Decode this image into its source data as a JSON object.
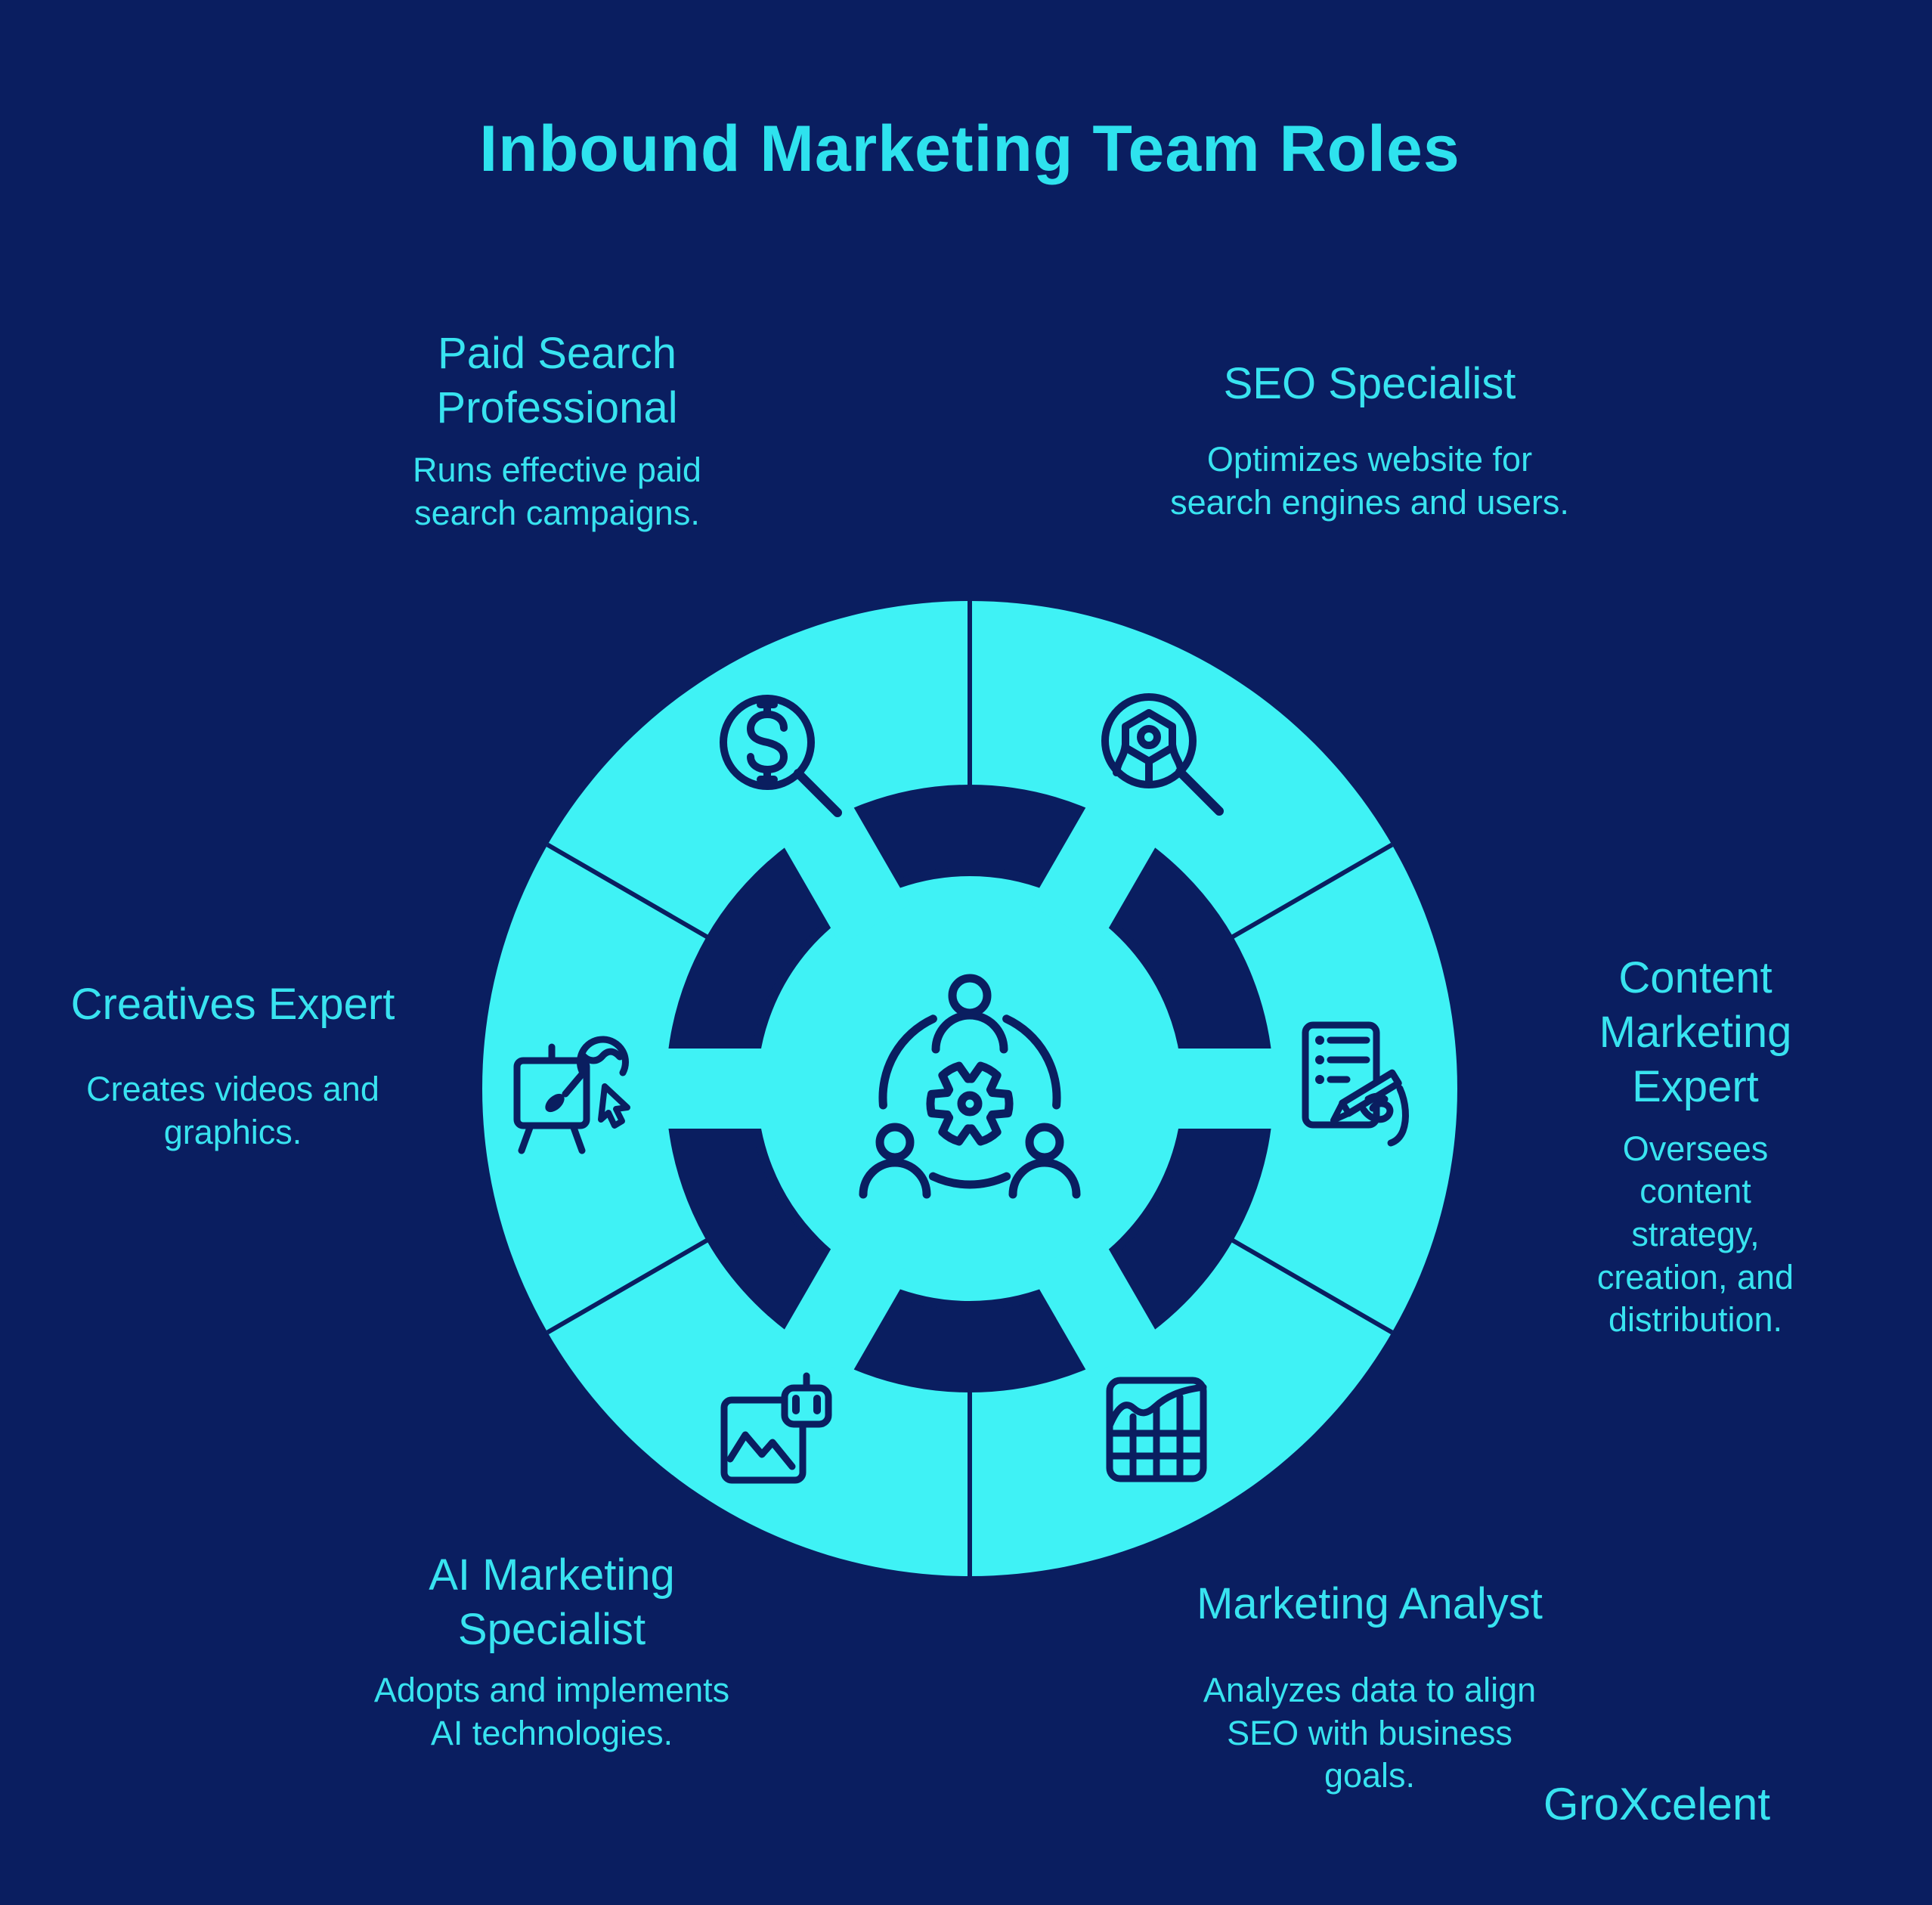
{
  "title": "Inbound Marketing Team Roles",
  "brand": "GroXcelent",
  "colors": {
    "background": "#0A1E60",
    "wheel_cyan": "#3FF2F5",
    "text_cyan": "#38E3F0",
    "icon_navy": "#0A1E60"
  },
  "center_icon": "team-collaboration-gear",
  "roles": [
    {
      "id": "paid-search",
      "icon": "dollar-magnifier",
      "title": "Paid Search\nProfessional",
      "description": "Runs effective paid\nsearch campaigns."
    },
    {
      "id": "seo",
      "icon": "robot-magnifier",
      "title": "SEO Specialist",
      "description": "Optimizes website for\nsearch engines and users."
    },
    {
      "id": "content",
      "icon": "document-pen-hand",
      "title": "Content\nMarketing Expert",
      "description": "Oversees content\nstrategy, creation, and\ndistribution."
    },
    {
      "id": "creatives",
      "icon": "easel-person-cursor",
      "title": "Creatives Expert",
      "description": "Creates videos and\ngraphics."
    },
    {
      "id": "ai",
      "icon": "image-robot",
      "title": "AI Marketing\nSpecialist",
      "description": "Adopts and implements\nAI technologies."
    },
    {
      "id": "analyst",
      "icon": "chart-grid",
      "title": "Marketing Analyst",
      "description": "Analyzes data to align\nSEO with business\ngoals."
    }
  ]
}
